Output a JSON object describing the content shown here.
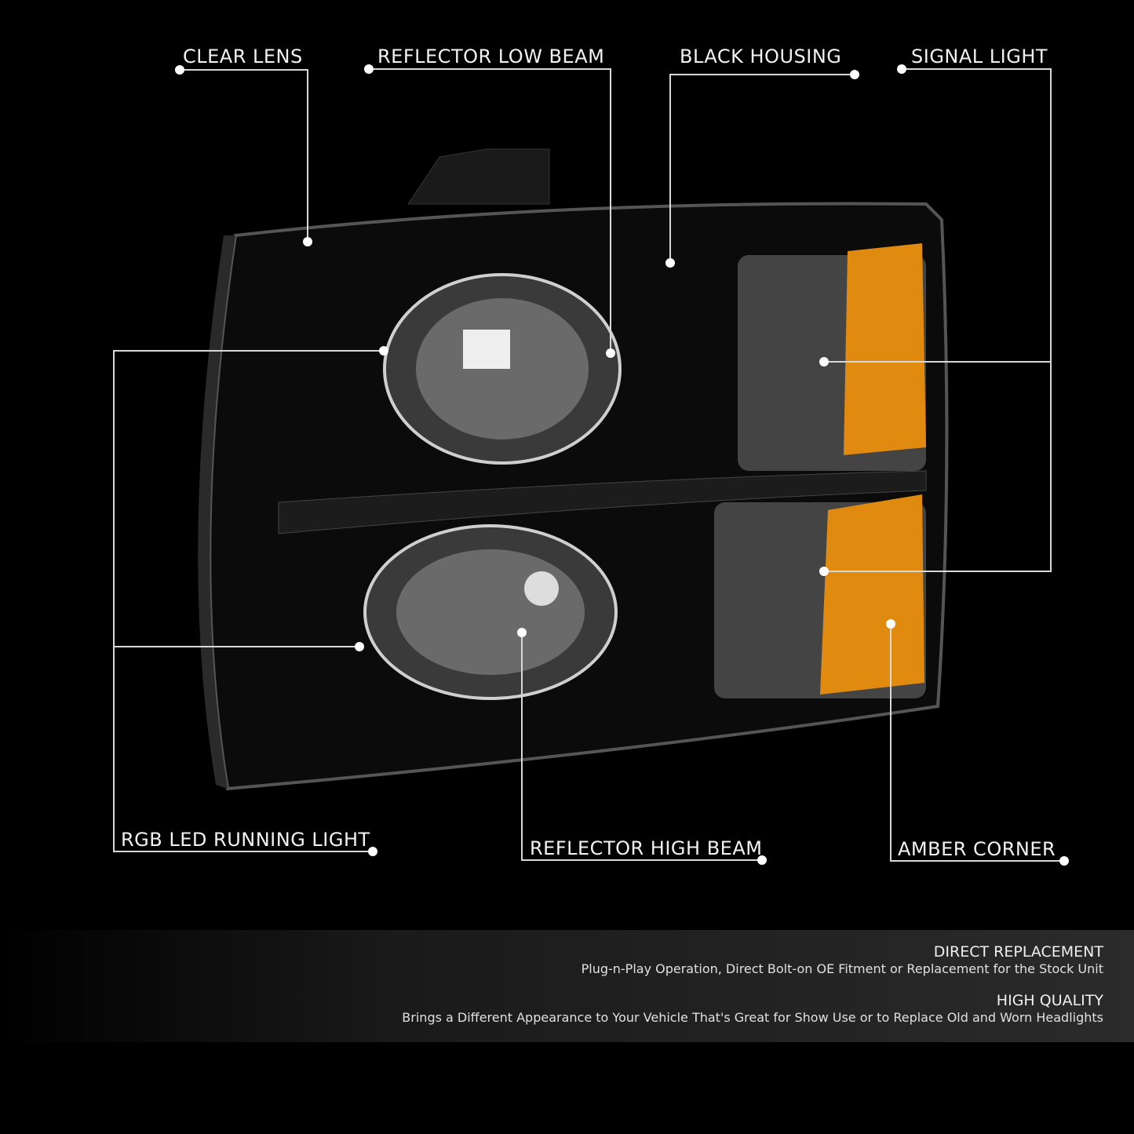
{
  "callouts": {
    "clear_lens": "CLEAR LENS",
    "reflector_low_beam": "REFLECTOR LOW BEAM",
    "black_housing": "BLACK HOUSING",
    "signal_light": "SIGNAL LIGHT",
    "rgb_led_running_light": "RGB LED RUNNING LIGHT",
    "reflector_high_beam": "REFLECTOR HIGH BEAM",
    "amber_corner": "AMBER CORNER"
  },
  "features": [
    {
      "title": "DIRECT REPLACEMENT",
      "text": "Plug-n-Play Operation, Direct Bolt-on OE Fitment or Replacement for the Stock Unit"
    },
    {
      "title": "HIGH QUALITY",
      "text": "Brings a Different Appearance to Your Vehicle That's Great for Show Use or to Replace Old and Worn Headlights"
    }
  ],
  "colors": {
    "background": "#000000",
    "amber": "#e08a10",
    "callout_line": "#d8d8d8"
  }
}
